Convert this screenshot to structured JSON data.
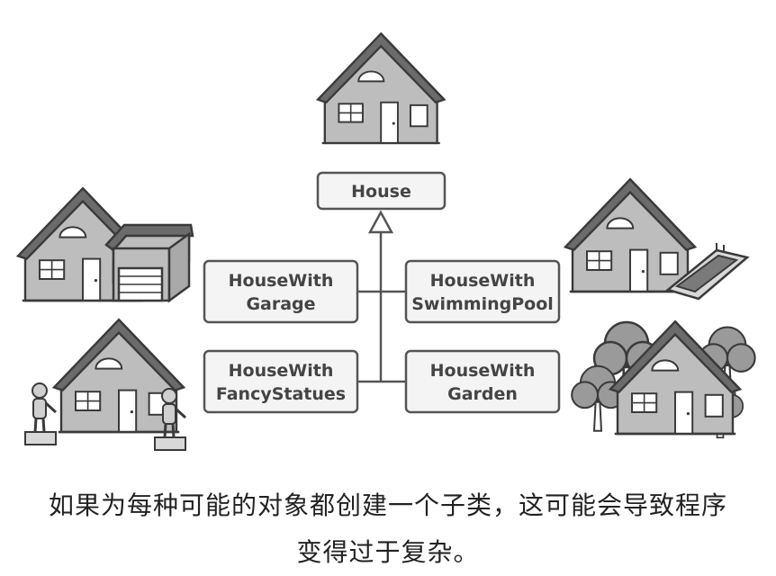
{
  "diagram": {
    "base_class": "House",
    "subclasses": [
      {
        "id": "garage",
        "line1": "HouseWith",
        "line2": "Garage"
      },
      {
        "id": "pool",
        "line1": "HouseWith",
        "line2": "SwimmingPool"
      },
      {
        "id": "statues",
        "line1": "HouseWith",
        "line2": "FancyStatues"
      },
      {
        "id": "garden",
        "line1": "HouseWith",
        "line2": "Garden"
      }
    ],
    "colors": {
      "box_fill": "#f4f4f4",
      "box_stroke": "#555555",
      "house_wall": "#bdbdbd",
      "roof": "#6b6b6b",
      "tree": "#9a9a9a",
      "outline": "#3a3a3a"
    }
  },
  "caption": {
    "line1": "如果为每种可能的对象都创建一个子类，这可能会导致程序",
    "line2": "变得过于复杂。"
  }
}
